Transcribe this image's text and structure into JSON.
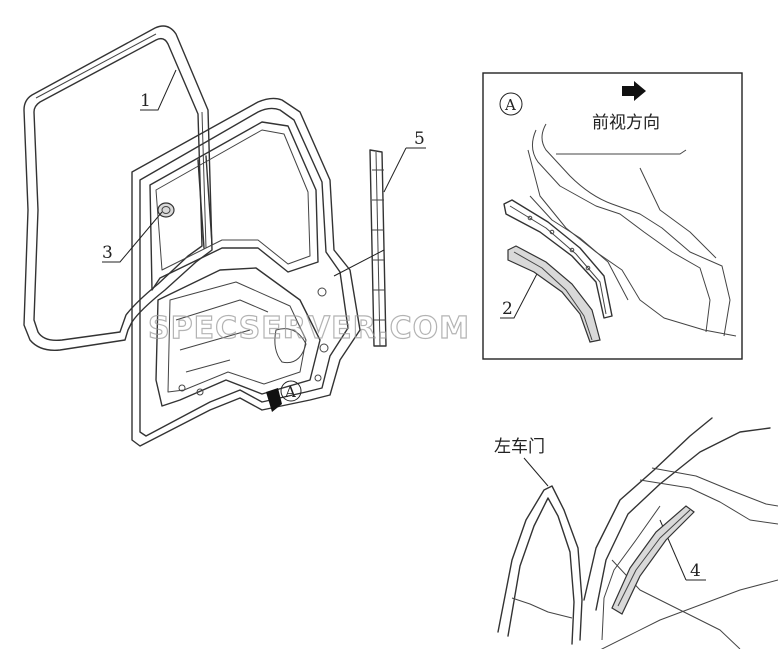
{
  "callouts": {
    "part1": "1",
    "part2": "2",
    "part3": "3",
    "part4": "4",
    "part5": "5",
    "detail_ref": "A",
    "detail_title": "A"
  },
  "text": {
    "front_view_direction": "前视方向",
    "left_door": "左车门"
  },
  "watermark": "SPECSERVER.COM"
}
